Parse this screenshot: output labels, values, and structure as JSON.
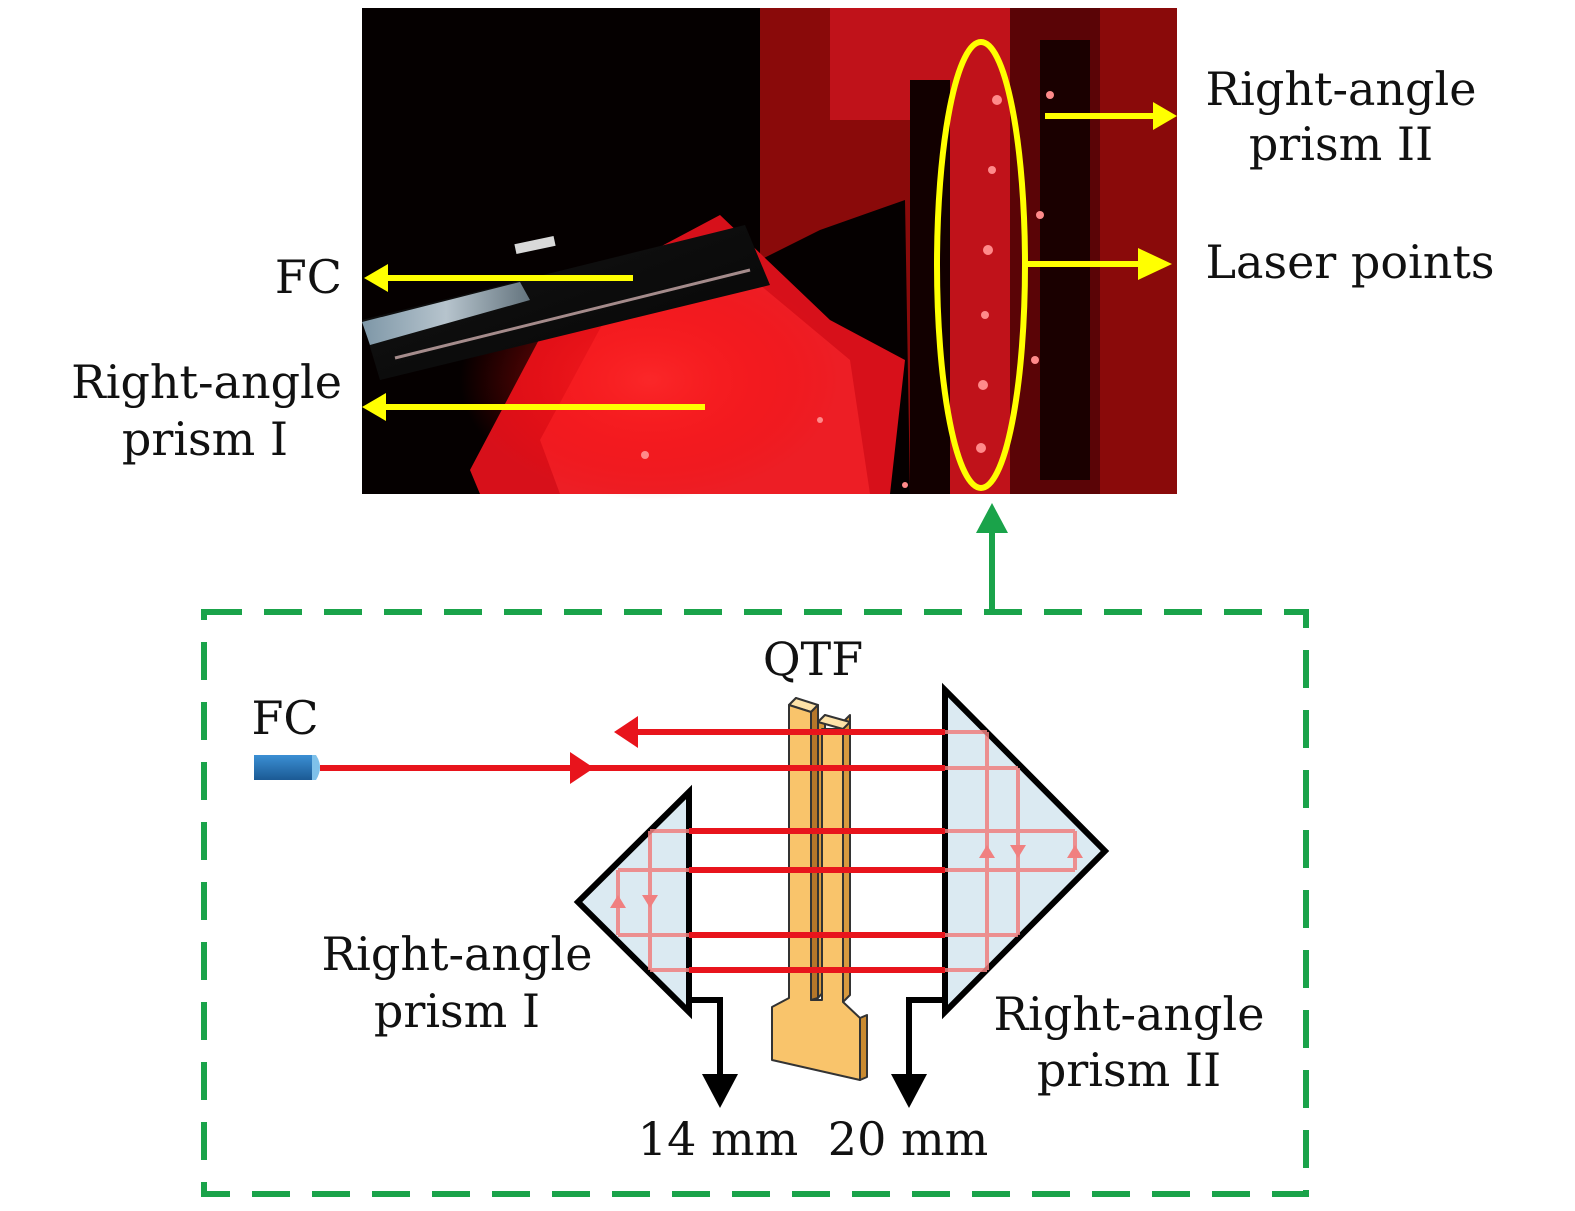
{
  "photo": {
    "labels": {
      "fc": "FC",
      "prism1_line1": "Right-angle",
      "prism1_line2": "prism I",
      "prism2_line1": "Right-angle",
      "prism2_line2": "prism II",
      "laser_points": "Laser points"
    }
  },
  "schematic": {
    "qtf": "QTF",
    "fc": "FC",
    "prism1_line1": "Right-angle",
    "prism1_line2": "prism I",
    "prism2_line1": "Right-angle",
    "prism2_line2": "prism II",
    "dim_left": "14 mm",
    "dim_right": "20 mm"
  },
  "colors": {
    "annotation_yellow": "#ffff00",
    "frame_green": "#1aa34a",
    "beam_red": "#e8141c",
    "qtf_orange": "#f9c46b",
    "prism_fill": "#dbeaf2",
    "fc_blue": "#2a73b8"
  }
}
